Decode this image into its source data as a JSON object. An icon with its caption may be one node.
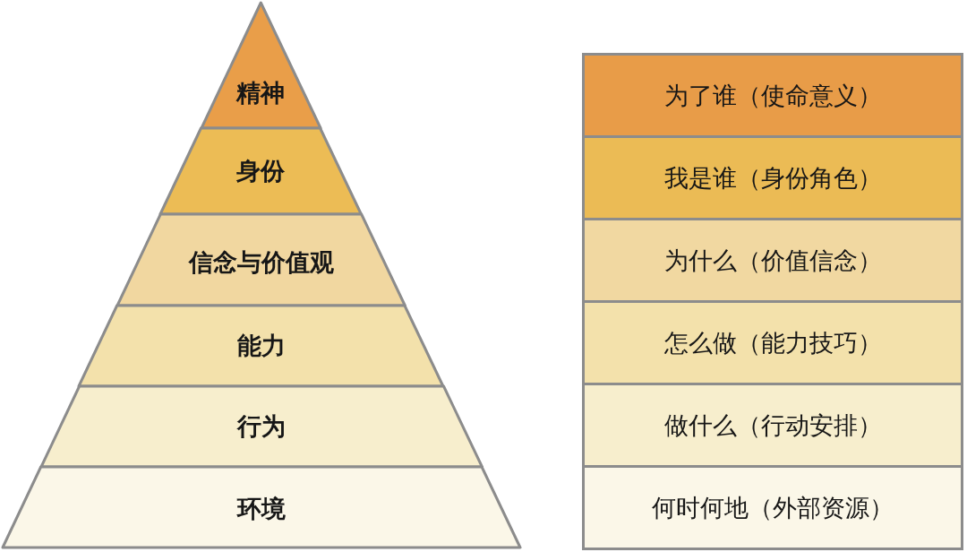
{
  "diagram": {
    "nodes": [
      {
        "text": [
          "精神"
        ]
      },
      {
        "text": [
          "身份"
        ]
      },
      {
        "text": [
          "信念与价值观"
        ]
      },
      {
        "text": [
          "能力"
        ]
      },
      {
        "text": [
          "行为"
        ]
      },
      {
        "text": [
          "环境"
        ]
      },
      {
        "text": [
          "为了谁（使命意义）"
        ]
      },
      {
        "text": [
          "我是谁（身份角色）"
        ]
      },
      {
        "text": [
          "为什么（价值信念）"
        ]
      },
      {
        "text": [
          "怎么做（能力技巧）"
        ]
      },
      {
        "text": [
          "做什么（行动安排）"
        ]
      },
      {
        "text": [
          "何时何地（外部资源）"
        ]
      }
    ]
  }
}
